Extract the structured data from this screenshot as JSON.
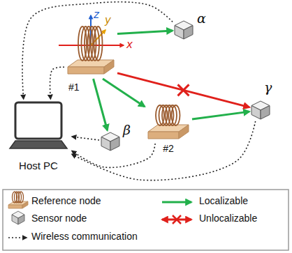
{
  "diagram": {
    "nodes": [
      {
        "text": [
          "#1"
        ]
      },
      {
        "text": [
          "α"
        ]
      },
      {
        "text": [
          "#2"
        ]
      },
      {
        "text": [
          "β"
        ]
      },
      {
        "text": [
          "γ"
        ]
      },
      {
        "text": [
          "Host PC"
        ]
      }
    ],
    "edges": [
      {
        "from": 0,
        "to": 1,
        "arrow": "to"
      },
      {
        "from": 0,
        "to": 2,
        "arrow": "to"
      },
      {
        "from": 0,
        "to": 3,
        "arrow": "to"
      },
      {
        "from": 2,
        "to": 4,
        "arrow": "to"
      },
      {
        "from": 0,
        "to": 4,
        "arrow": "to"
      },
      {
        "from": 1,
        "to": 5,
        "arrow": "to"
      },
      {
        "from": 0,
        "to": 5,
        "arrow": "to"
      },
      {
        "from": 3,
        "to": 5,
        "arrow": "to"
      },
      {
        "from": 2,
        "to": 5,
        "arrow": "to"
      },
      {
        "from": 4,
        "to": 5,
        "arrow": "to"
      }
    ],
    "labels": [
      "z",
      "y",
      "x"
    ],
    "legend": [
      {
        "text": "Reference node"
      },
      {
        "text": "Localizable"
      },
      {
        "text": "Sensor node"
      },
      {
        "text": "Unlocalizable"
      },
      {
        "text": "Wireless communication"
      }
    ]
  }
}
